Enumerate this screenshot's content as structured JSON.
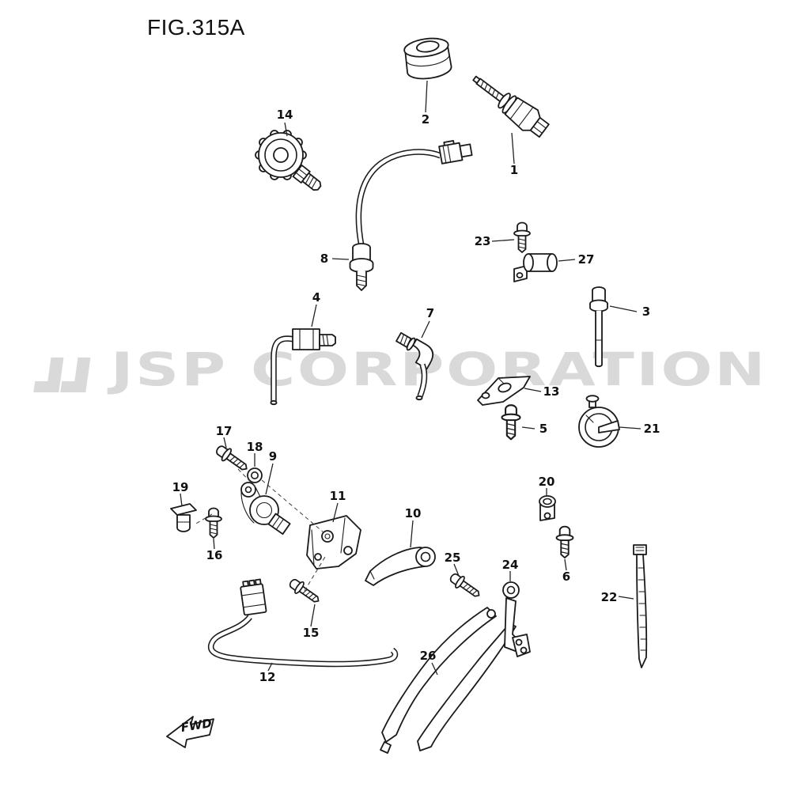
{
  "figure": {
    "title": "FIG.315A",
    "fwd_label": "FWD"
  },
  "watermark": {
    "text": "JSP CORPORATION",
    "color": "#d9d9d9"
  },
  "labels": {
    "n1": "1",
    "n2": "2",
    "n3": "3",
    "n4": "4",
    "n5": "5",
    "n6": "6",
    "n7": "7",
    "n8": "8",
    "n9": "9",
    "n10": "10",
    "n11": "11",
    "n12": "12",
    "n13": "13",
    "n14": "14",
    "n15": "15",
    "n16": "16",
    "n17": "17",
    "n18": "18",
    "n19": "19",
    "n20": "20",
    "n21": "21",
    "n22": "22",
    "n23": "23",
    "n24": "24",
    "n25": "25",
    "n26": "26",
    "n27": "27"
  }
}
